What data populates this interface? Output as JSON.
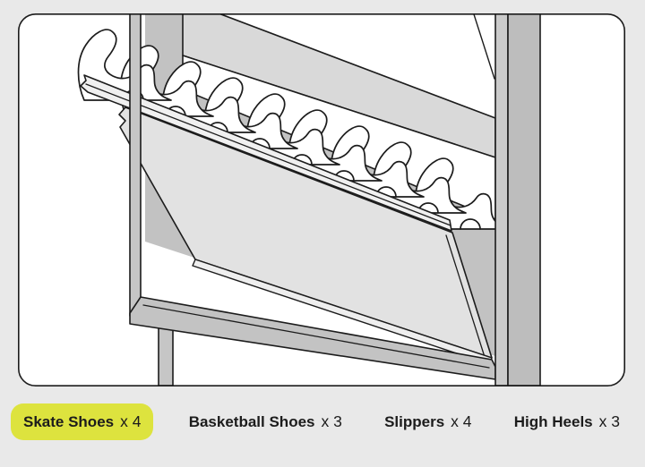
{
  "page": {
    "background_color": "#e9e9e9",
    "text_color": "#1c1c1c"
  },
  "card": {
    "background_color": "#ffffff",
    "border_color": "#1c1c1c"
  },
  "illustration": {
    "alt": "Shoe cabinet with a tilted-open drawer holding a row of shoes",
    "outline_color": "#1c1c1c",
    "drawer_fill": "#e2e2e2",
    "frame_fill": "#c6c6c6",
    "interior_fill": "#c2c2c2",
    "shoe_fill": "#ffffff"
  },
  "legend": {
    "highlight_color": "#dde33e",
    "items": [
      {
        "label": "Skate Shoes",
        "count": "x 4",
        "highlighted": true
      },
      {
        "label": "Basketball Shoes",
        "count": "x 3",
        "highlighted": false
      },
      {
        "label": "Slippers",
        "count": "x 4",
        "highlighted": false
      },
      {
        "label": "High Heels",
        "count": "x 3",
        "highlighted": false
      }
    ]
  }
}
